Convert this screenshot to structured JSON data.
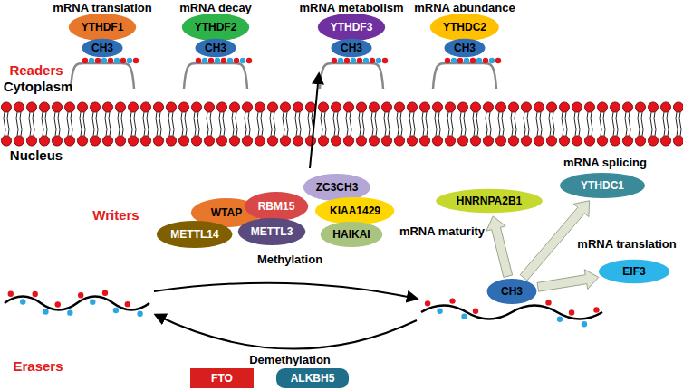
{
  "diagram": {
    "nodes": [
      {
        "text": [
          "YTHDF1"
        ]
      },
      {
        "text": [
          "CH3"
        ]
      },
      {
        "text": [
          "YTHDF2"
        ]
      },
      {
        "text": [
          "CH3"
        ]
      },
      {
        "text": [
          "YTHDF3"
        ]
      },
      {
        "text": [
          "CH3"
        ]
      },
      {
        "text": [
          "YTHDC2"
        ]
      },
      {
        "text": [
          "CH3"
        ]
      },
      {
        "text": [
          "ZC3CH3"
        ]
      },
      {
        "text": [
          "WTAP"
        ]
      },
      {
        "text": [
          "RBM15"
        ]
      },
      {
        "text": [
          "KIAA1429"
        ]
      },
      {
        "text": [
          "METTL14"
        ]
      },
      {
        "text": [
          "METTL3"
        ]
      },
      {
        "text": [
          "HAIKAI"
        ]
      },
      {
        "text": [
          "HNRNPA2B1"
        ]
      },
      {
        "text": [
          "YTHDC1"
        ]
      },
      {
        "text": [
          "EIF3"
        ]
      },
      {
        "text": [
          "CH3"
        ]
      },
      {
        "text": [
          "FTO"
        ]
      },
      {
        "text": [
          "ALKBH5"
        ]
      }
    ],
    "edges": [
      {
        "from": 18,
        "to": 15,
        "arrow": "to"
      },
      {
        "from": 18,
        "to": 16,
        "arrow": "to"
      },
      {
        "from": 18,
        "to": 17,
        "arrow": "to"
      }
    ],
    "labels": [
      "mRNA translation",
      "mRNA decay",
      "mRNA metabolism",
      "mRNA abundance",
      "Readers",
      "Cytoplasm",
      "Nucleus",
      "Writers",
      "Methylation",
      "mRNA maturity",
      "mRNA splicing",
      "mRNA translation",
      "Demethylation",
      "Erasers"
    ]
  }
}
